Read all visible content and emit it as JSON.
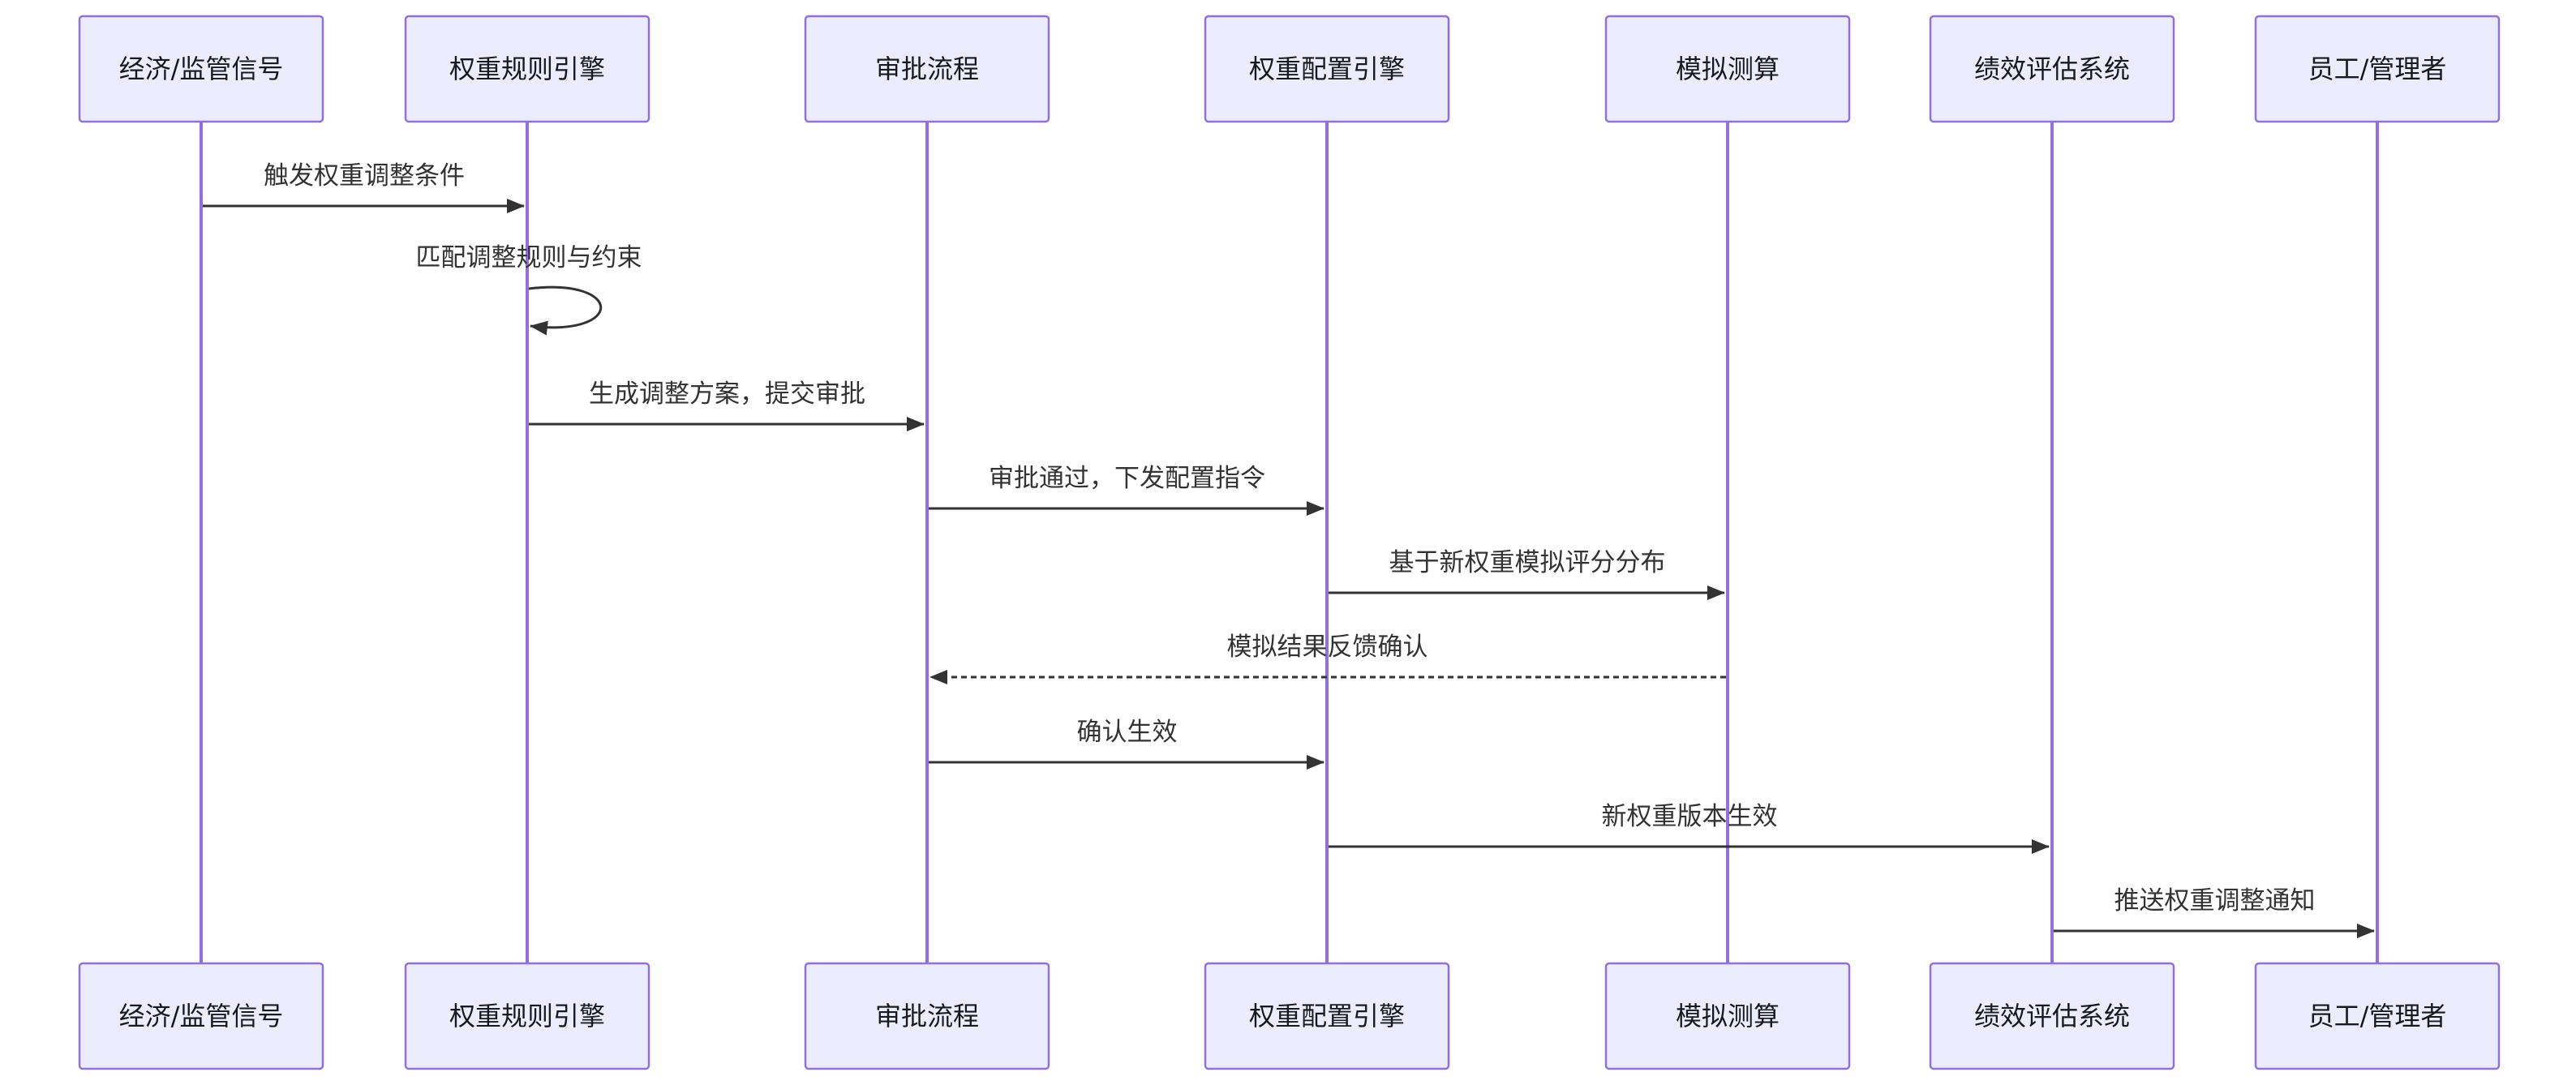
{
  "diagram": {
    "type": "sequence",
    "participants": [
      {
        "id": "econ",
        "label": "经济/监管信号"
      },
      {
        "id": "rules",
        "label": "权重规则引擎"
      },
      {
        "id": "approval",
        "label": "审批流程"
      },
      {
        "id": "config",
        "label": "权重配置引擎"
      },
      {
        "id": "sim",
        "label": "模拟测算"
      },
      {
        "id": "perf",
        "label": "绩效评估系统"
      },
      {
        "id": "staff",
        "label": "员工/管理者"
      }
    ],
    "messages": [
      {
        "from": "econ",
        "to": "rules",
        "text": "触发权重调整条件",
        "style": "solid"
      },
      {
        "from": "rules",
        "to": "rules",
        "text": "匹配调整规则与约束",
        "style": "solid"
      },
      {
        "from": "rules",
        "to": "approval",
        "text": "生成调整方案，提交审批",
        "style": "solid"
      },
      {
        "from": "approval",
        "to": "config",
        "text": "审批通过，下发配置指令",
        "style": "solid"
      },
      {
        "from": "config",
        "to": "sim",
        "text": "基于新权重模拟评分分布",
        "style": "solid"
      },
      {
        "from": "sim",
        "to": "approval",
        "text": "模拟结果反馈确认",
        "style": "dashed"
      },
      {
        "from": "approval",
        "to": "config",
        "text": "确认生效",
        "style": "solid"
      },
      {
        "from": "config",
        "to": "perf",
        "text": "新权重版本生效",
        "style": "solid"
      },
      {
        "from": "perf",
        "to": "staff",
        "text": "推送权重调整通知",
        "style": "solid"
      }
    ]
  }
}
